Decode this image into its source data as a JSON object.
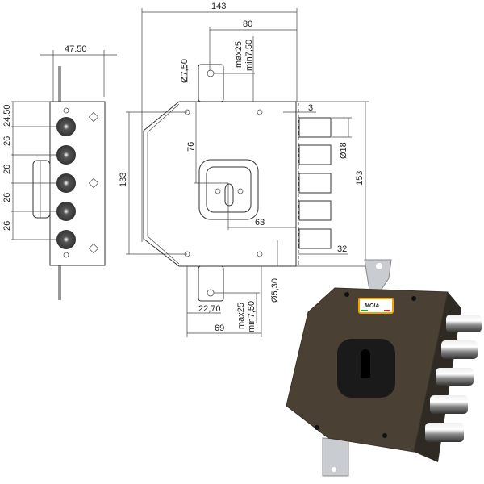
{
  "drawing": {
    "side_view": {
      "width": "47.50",
      "spacing_top": "24.50",
      "spacings": [
        "26",
        "26",
        "26",
        "26"
      ]
    },
    "front_view": {
      "overall_width": "143",
      "bolt_offset": "80",
      "overall_height": "153",
      "hole_spacing_vertical": "133",
      "key_height": "76",
      "key_backset": "63",
      "bolt_projection": "32",
      "bolt_gap": "3",
      "bolt_diameter": "Ø18",
      "top_hole_diameter": "Ø7,50",
      "top_max": "max25",
      "top_min": "min7,50",
      "bottom_hole_diameter": "Ø5,30",
      "bottom_tab_offset": "22,70",
      "bottom_width": "69",
      "bottom_max": "max25",
      "bottom_min": "min7,50"
    }
  },
  "photo": {
    "brand_logo": "MOIA",
    "colors": {
      "body": "#4a4034",
      "escutcheon": "#1a1a1a",
      "bolt": "#b8b8b8",
      "label": "#f5a000"
    }
  }
}
